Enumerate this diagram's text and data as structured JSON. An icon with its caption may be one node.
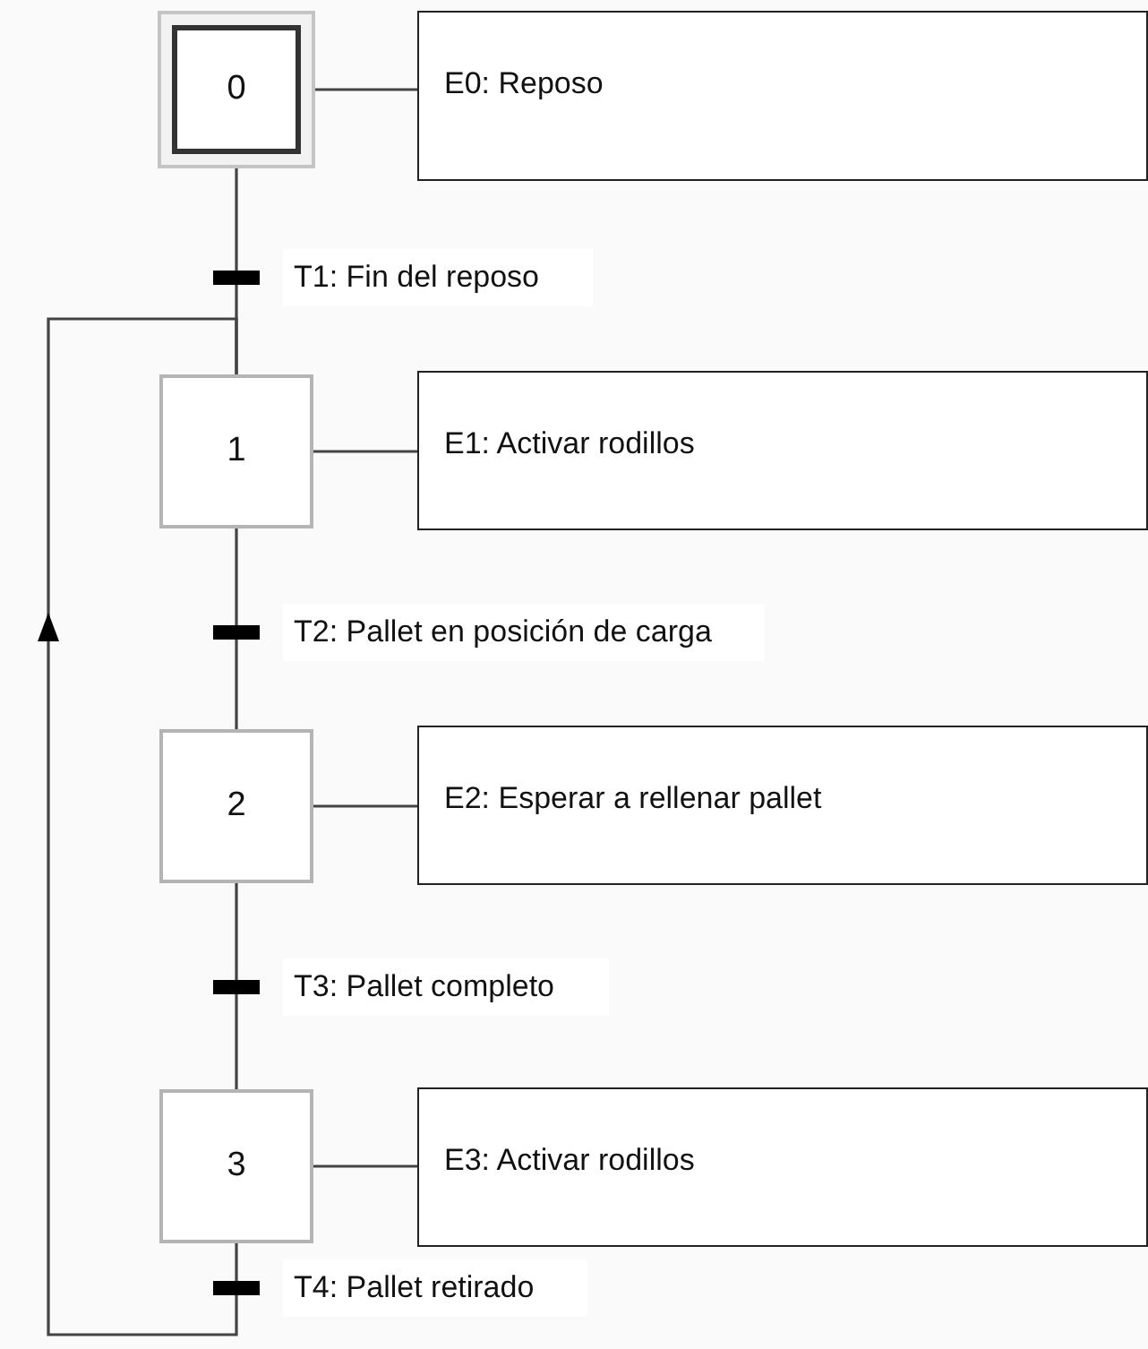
{
  "diagram": {
    "nodes": [
      {
        "text": [
          "0"
        ]
      },
      {
        "text": [
          "E0: Reposo"
        ]
      },
      {
        "text": [
          "1"
        ]
      },
      {
        "text": [
          "E1: Activar rodillos"
        ]
      },
      {
        "text": [
          "2"
        ]
      },
      {
        "text": [
          "E2: Esperar a rellenar pallet"
        ]
      },
      {
        "text": [
          "3"
        ]
      },
      {
        "text": [
          "E3: Activar rodillos"
        ]
      }
    ],
    "edges": [
      {
        "from": 0,
        "to": 2,
        "arrow": "none",
        "label": "T1: Fin del reposo"
      },
      {
        "from": 2,
        "to": 4,
        "arrow": "none",
        "label": "T2: Pallet en posición de carga"
      },
      {
        "from": 4,
        "to": 6,
        "arrow": "none",
        "label": "T3: Pallet completo"
      },
      {
        "from": 6,
        "to": 2,
        "arrow": "to",
        "label": "T4: Pallet retirado"
      },
      {
        "from": 0,
        "to": 1,
        "arrow": "none"
      },
      {
        "from": 2,
        "to": 3,
        "arrow": "none"
      },
      {
        "from": 4,
        "to": 5,
        "arrow": "none"
      },
      {
        "from": 6,
        "to": 7,
        "arrow": "none"
      }
    ]
  }
}
